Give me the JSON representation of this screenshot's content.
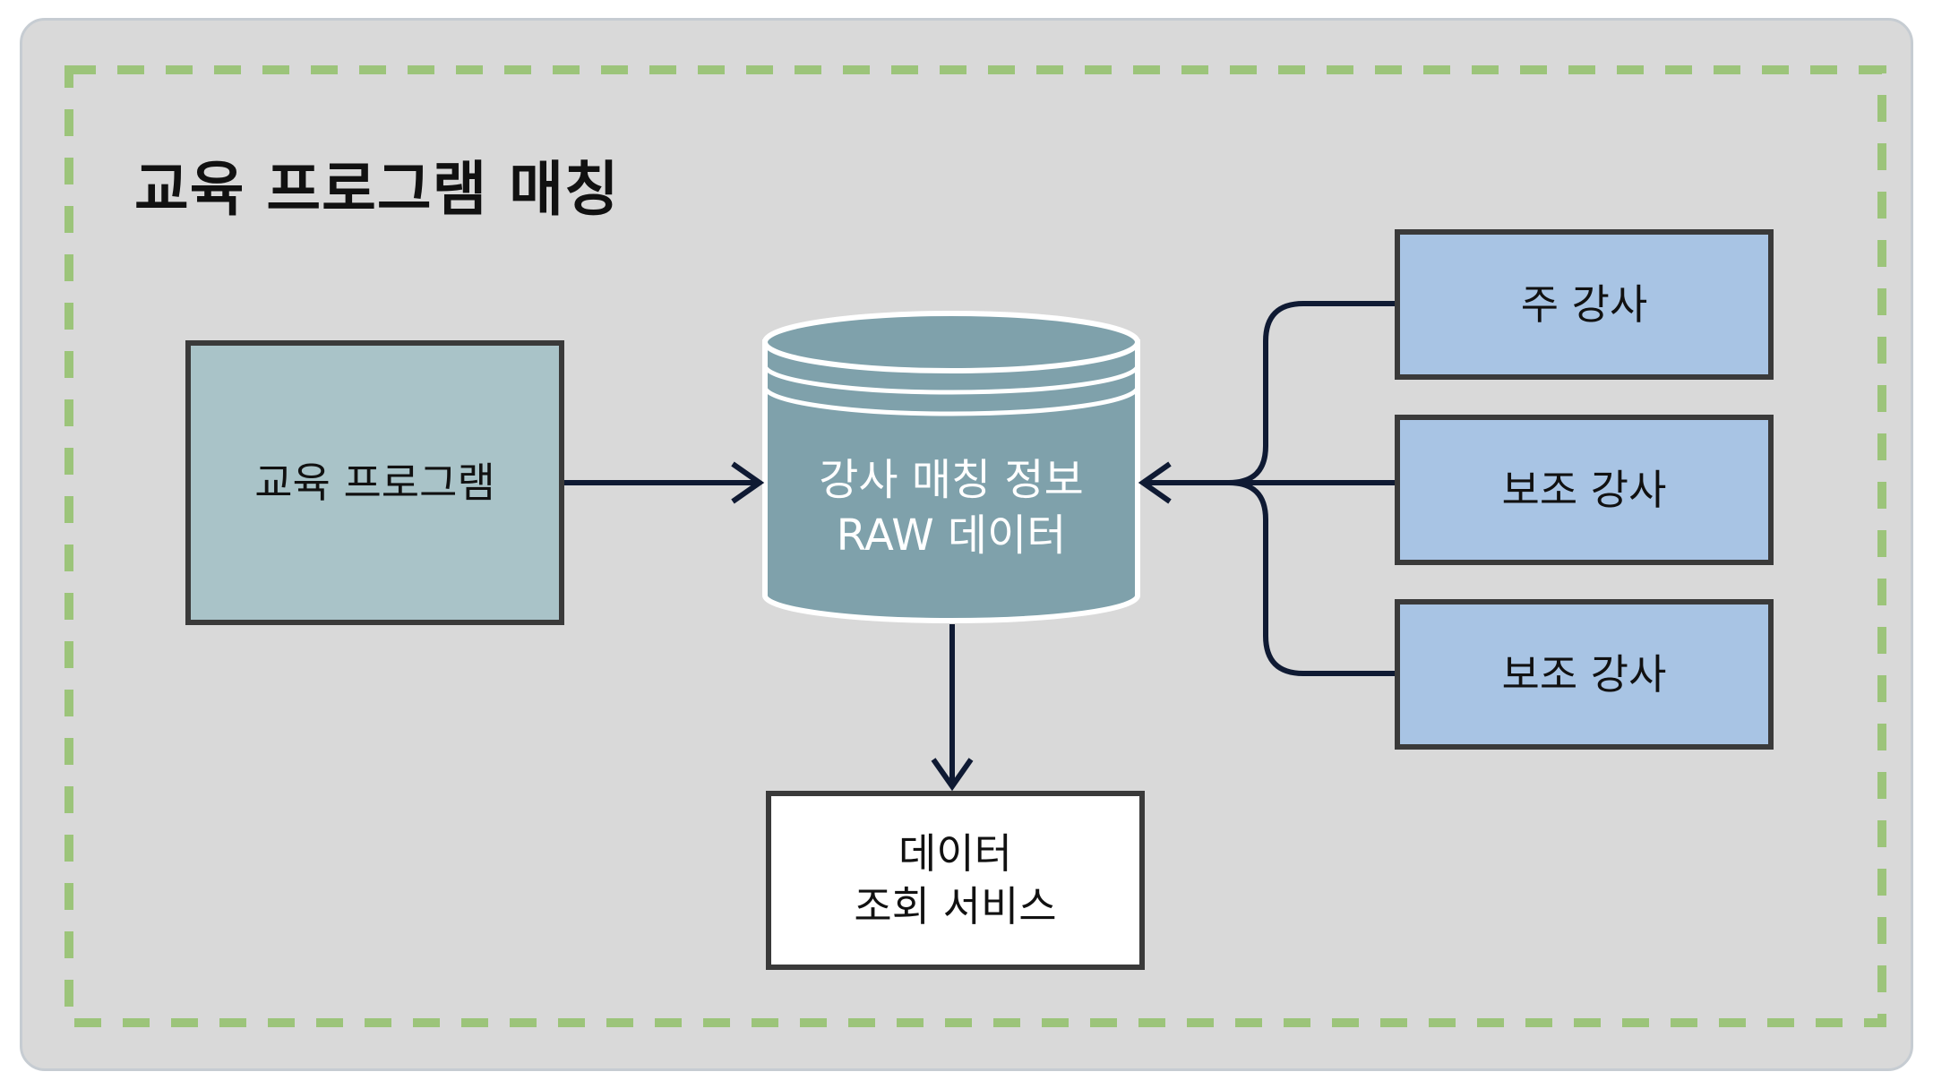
{
  "title": "교육 프로그램 매칭",
  "nodes": {
    "program": {
      "label": "교육 프로그램"
    },
    "database": {
      "line1": "강사 매칭 정보",
      "line2": "RAW 데이터"
    },
    "main_instructor": {
      "label": "주 강사"
    },
    "assistant_1": {
      "label": "보조 강사"
    },
    "assistant_2": {
      "label": "보조 강사"
    },
    "service": {
      "line1": "데이터",
      "line2": "조회 서비스"
    }
  },
  "colors": {
    "panel_bg": "#d9d9d9",
    "dashed_border": "#9cc47a",
    "program_fill": "#a9c3c8",
    "database_fill": "#7fa1ab",
    "instructor_fill": "#a8c4e4",
    "service_fill": "#ffffff",
    "connector": "#0f1a33"
  }
}
